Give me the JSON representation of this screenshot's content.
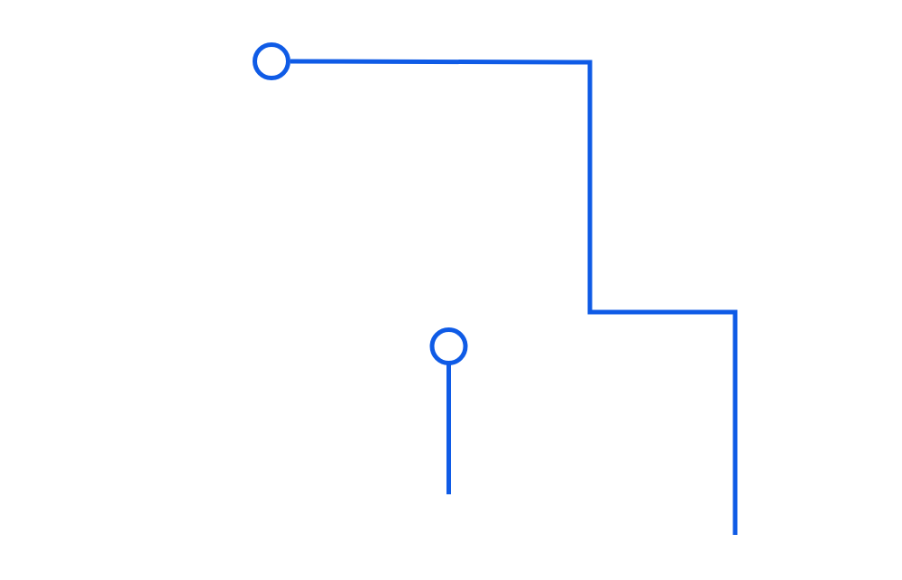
{
  "diagram": {
    "stroke_color": "#0f5be6",
    "background": "#ffffff",
    "connectors": [
      {
        "name": "connector-stepped",
        "start_terminal": "circle",
        "end_terminal": "none"
      },
      {
        "name": "connector-vertical",
        "start_terminal": "circle",
        "end_terminal": "none"
      }
    ]
  }
}
